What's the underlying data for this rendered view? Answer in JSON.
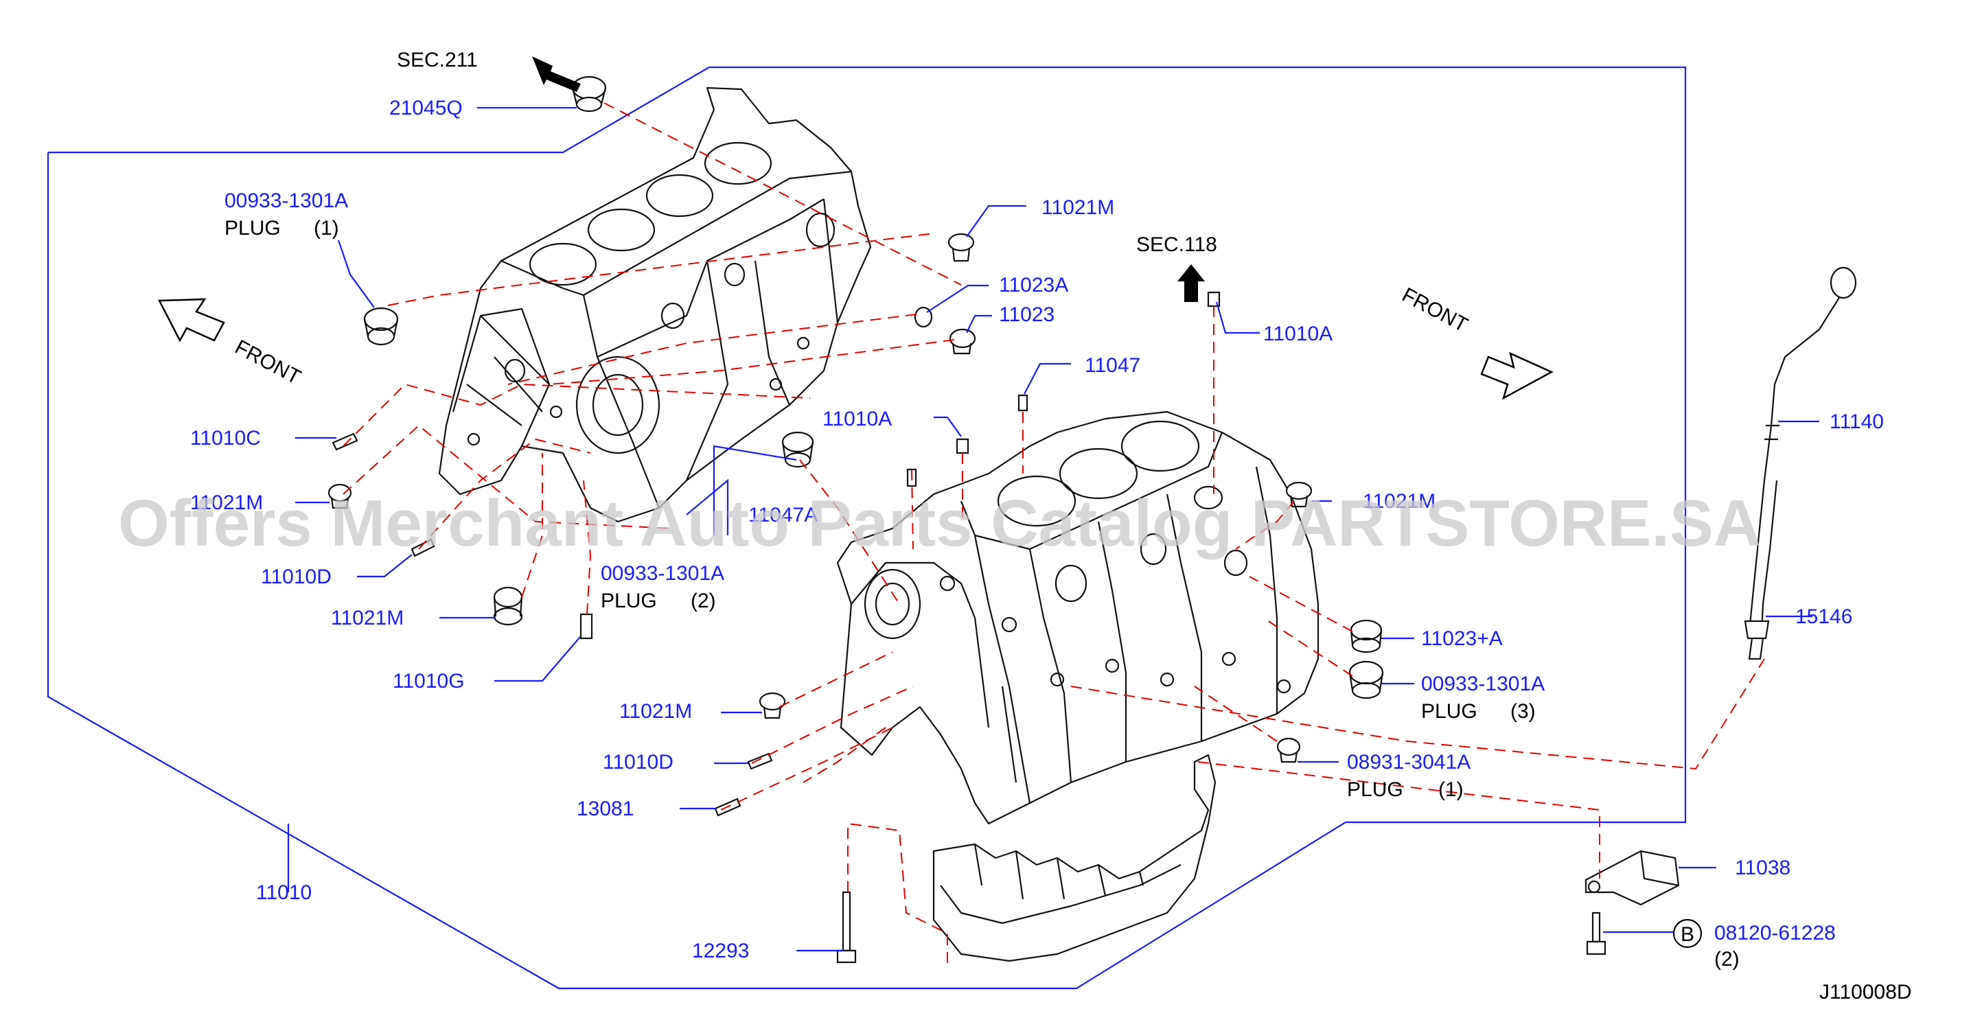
{
  "diagram": {
    "code": "J110008D",
    "watermark": "Offers Merchant Auto Parts Catalog PARTSTORE.SA",
    "section_refs": [
      "SEC.211",
      "SEC.118"
    ],
    "front_labels": [
      "FRONT",
      "FRONT"
    ],
    "callouts": {
      "p21045Q": "21045Q",
      "p00933_1": "00933-1301A",
      "plug1": "PLUG",
      "plug1_qty": "(1)",
      "p11021M_a": "11021M",
      "p11023A": "11023A",
      "p11023": "11023",
      "p11010A_a": "11010A",
      "p11047_a": "11047",
      "p11010A_b": "11010A",
      "p11140": "11140",
      "p11010C": "11010C",
      "p11021M_b": "11021M",
      "p11047_b": "11047A",
      "p11021M_c": "11021M",
      "p11010D_a": "11010D",
      "p00933_2": "00933-1301A",
      "plug2": "PLUG",
      "plug2_qty": "(2)",
      "p11021M_d": "11021M",
      "p11010G": "11010G",
      "p15146": "15146",
      "p11023plusA": "11023+A",
      "p00933_3": "00933-1301A",
      "plug3": "PLUG",
      "plug3_qty": "(3)",
      "p11021M_e": "11021M",
      "p11010D_b": "11010D",
      "p08931": "08931-3041A",
      "plug4": "PLUG",
      "plug4_qty": "(1)",
      "p13081": "13081",
      "p11038": "11038",
      "p11010": "11010",
      "p12293": "12293",
      "b_marker": "B",
      "p08120": "08120-61228",
      "p08120_qty": "(2)"
    }
  }
}
